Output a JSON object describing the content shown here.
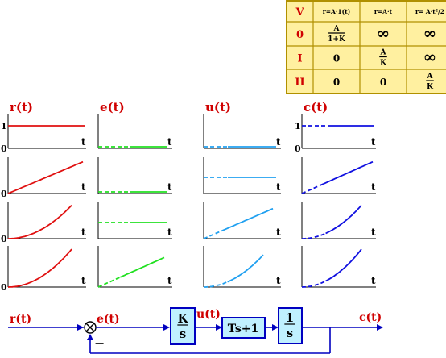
{
  "table": {
    "header": [
      "V",
      "r=A·1(t)",
      "r=A·t",
      "r= A·t²/2"
    ],
    "rows": [
      {
        "type": "0",
        "cells": [
          {
            "frac": [
              "A",
              "1+K"
            ]
          },
          {
            "text": "∞"
          },
          {
            "text": "∞"
          }
        ]
      },
      {
        "type": "I",
        "cells": [
          {
            "text": "0"
          },
          {
            "frac": [
              "A",
              "K"
            ]
          },
          {
            "text": "∞"
          }
        ]
      },
      {
        "type": "II",
        "cells": [
          {
            "text": "0"
          },
          {
            "text": "0"
          },
          {
            "frac": [
              "A",
              "K"
            ]
          }
        ]
      }
    ],
    "colors": {
      "bg": "#FFF0A0",
      "border": "#B09000",
      "rowlabel": "#D00000"
    }
  },
  "signals": {
    "columns": [
      {
        "title": "r(t)",
        "color": "#E01010"
      },
      {
        "title": "e(t)",
        "color": "#20E020"
      },
      {
        "title": "u(t)",
        "color": "#20A0F0"
      },
      {
        "title": "c(t)",
        "color": "#1010E0"
      }
    ],
    "axis_labels": {
      "t": "t",
      "zero": "0",
      "one": "1"
    }
  },
  "block_diagram": {
    "input": "r(t)",
    "error": "e(t)",
    "control": "u(t)",
    "output": "c(t)",
    "block1": {
      "num": "K",
      "den": "s"
    },
    "block2": "Ts+1",
    "block3": {
      "num": "1",
      "den": "s"
    },
    "feedback_sign": "−",
    "colors": {
      "signal": "#D00000",
      "line": "#0000C0",
      "block_bg": "#C0F0FF",
      "block_border": "#0000C0"
    }
  }
}
